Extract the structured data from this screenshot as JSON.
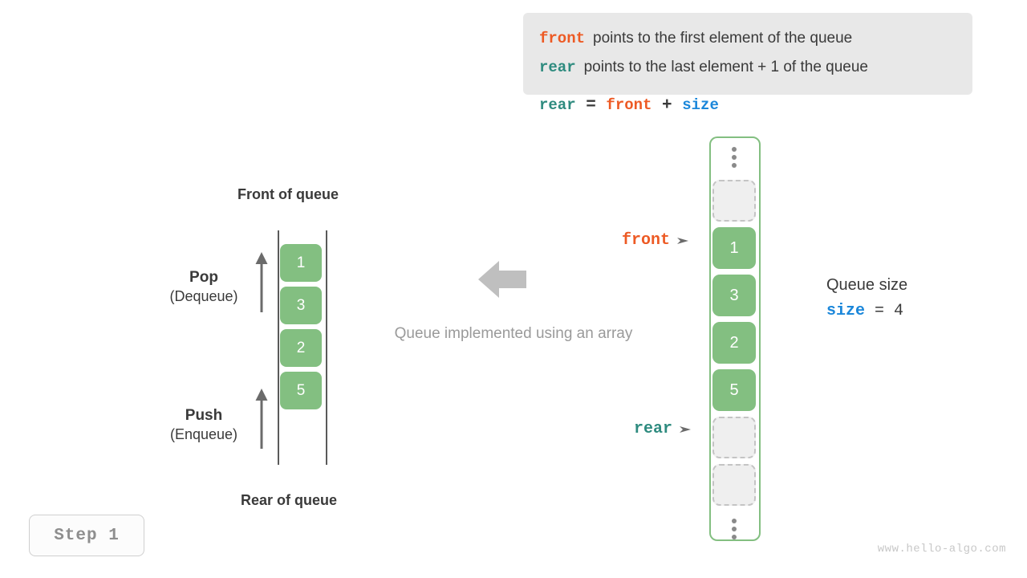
{
  "info_box": {
    "lines": [
      {
        "keyword": "front",
        "keyword_color": "#ed5a24",
        "text": "points to the first element of the queue"
      },
      {
        "keyword": "rear",
        "keyword_color": "#2e8b7f",
        "text": "points to the last element + 1 of the queue"
      }
    ]
  },
  "formula": {
    "lhs": "rear",
    "eq": "=",
    "rhs1": "front",
    "plus": "+",
    "rhs2": "size"
  },
  "left_queue": {
    "front_label": "Front of queue",
    "rear_label": "Rear of queue",
    "cells": [
      "1",
      "3",
      "2",
      "5"
    ],
    "pop": {
      "name": "Pop",
      "alt": "(Dequeue)",
      "arrow": "up-arrow-icon"
    },
    "push": {
      "name": "Push",
      "alt": "(Enqueue)",
      "arrow": "up-arrow-icon"
    }
  },
  "middle": {
    "arrow": "left-arrow-icon",
    "caption": "Queue implemented using an array"
  },
  "array_column": {
    "slots": [
      {
        "kind": "ellipsis",
        "value": ""
      },
      {
        "kind": "empty",
        "value": ""
      },
      {
        "kind": "filled",
        "value": "1"
      },
      {
        "kind": "filled",
        "value": "3"
      },
      {
        "kind": "filled",
        "value": "2"
      },
      {
        "kind": "filled",
        "value": "5"
      },
      {
        "kind": "empty",
        "value": ""
      },
      {
        "kind": "empty",
        "value": ""
      },
      {
        "kind": "ellipsis",
        "value": ""
      }
    ]
  },
  "pointers": {
    "front": {
      "label": "front",
      "color": "#ed5a24"
    },
    "rear": {
      "label": "rear",
      "color": "#2e8b7f"
    }
  },
  "size_note": {
    "title": "Queue size",
    "var": "size",
    "eq": "=",
    "value": "4"
  },
  "step_badge": {
    "label": "Step 1"
  },
  "watermark": {
    "text": "www.hello-algo.com"
  },
  "colors": {
    "green": "#83bf81",
    "orange": "#ed5a24",
    "teal": "#2e8b7f",
    "blue": "#1b87da",
    "gray_box": "#e8e8e8",
    "muted": "#9a9a9a"
  }
}
